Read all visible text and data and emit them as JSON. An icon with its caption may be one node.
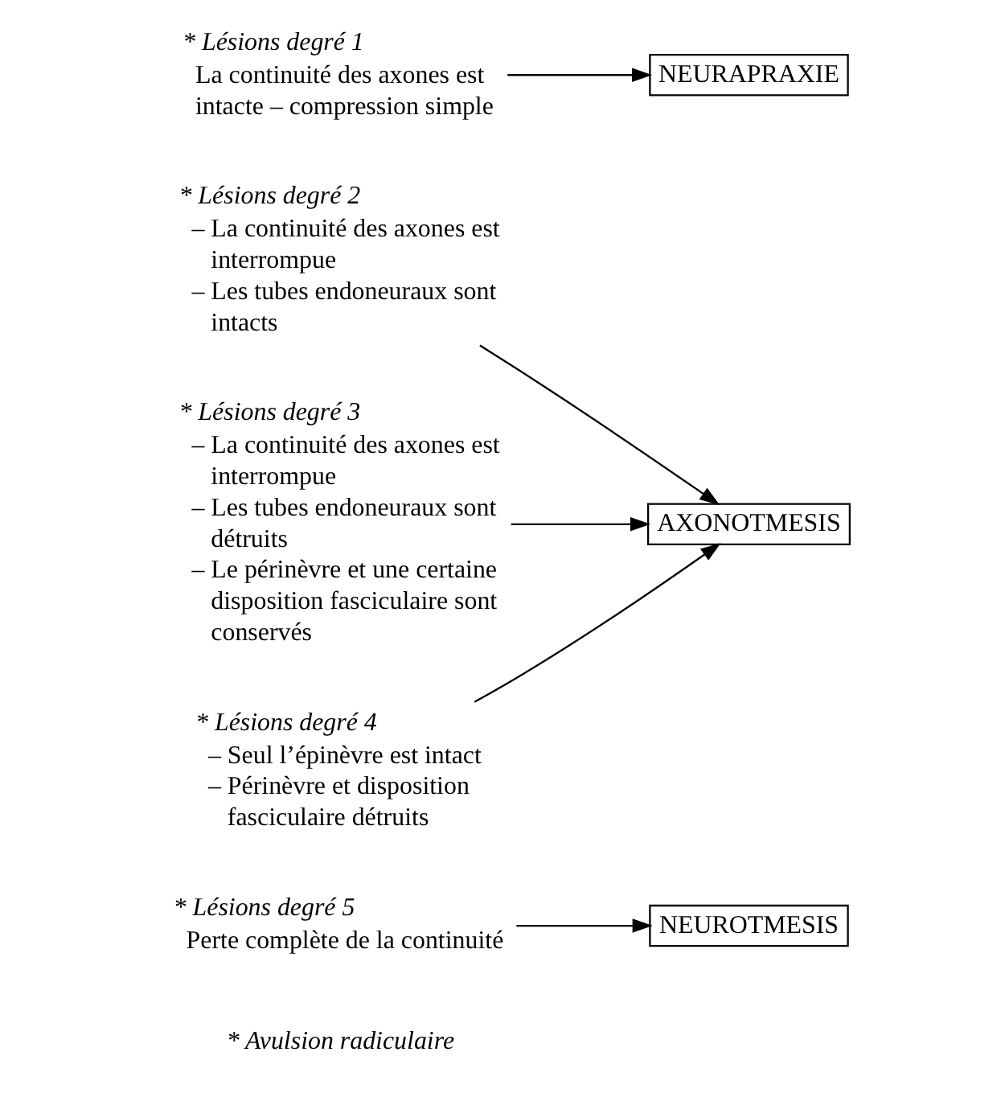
{
  "diagram": {
    "nodes": [
      {
        "text": [
          "* Lésions degré 1",
          "La continuité des axones est intacte – compression simple"
        ]
      },
      {
        "text": [
          "NEURAPRAXIE"
        ]
      },
      {
        "text": [
          "* Lésions degré 2",
          "– La continuité des axones est interrompue",
          "– Les tubes endoneuraux sont intacts"
        ]
      },
      {
        "text": [
          "* Lésions degré 3",
          "– La continuité des axones est interrompue",
          "– Les tubes endoneuraux sont détruits",
          "– Le périnèvre et une certaine disposition fasciculaire sont conservés"
        ]
      },
      {
        "text": [
          "* Lésions degré 4",
          "– Seul l’épinèvre est intact",
          "– Périnèvre et disposition fasciculaire détruits"
        ]
      },
      {
        "text": [
          "AXONOTMESIS"
        ]
      },
      {
        "text": [
          "* Lésions degré 5",
          "Perte complète de la continuité"
        ]
      },
      {
        "text": [
          "NEUROTMESIS"
        ]
      }
    ],
    "edges": [
      {
        "from": 0,
        "to": 1,
        "arrow": "to"
      },
      {
        "from": 2,
        "to": 5,
        "arrow": "to"
      },
      {
        "from": 3,
        "to": 5,
        "arrow": "to"
      },
      {
        "from": 4,
        "to": 5,
        "arrow": "to"
      },
      {
        "from": 6,
        "to": 7,
        "arrow": "to"
      }
    ],
    "labels": [
      "* Avulsion radiculaire"
    ]
  }
}
